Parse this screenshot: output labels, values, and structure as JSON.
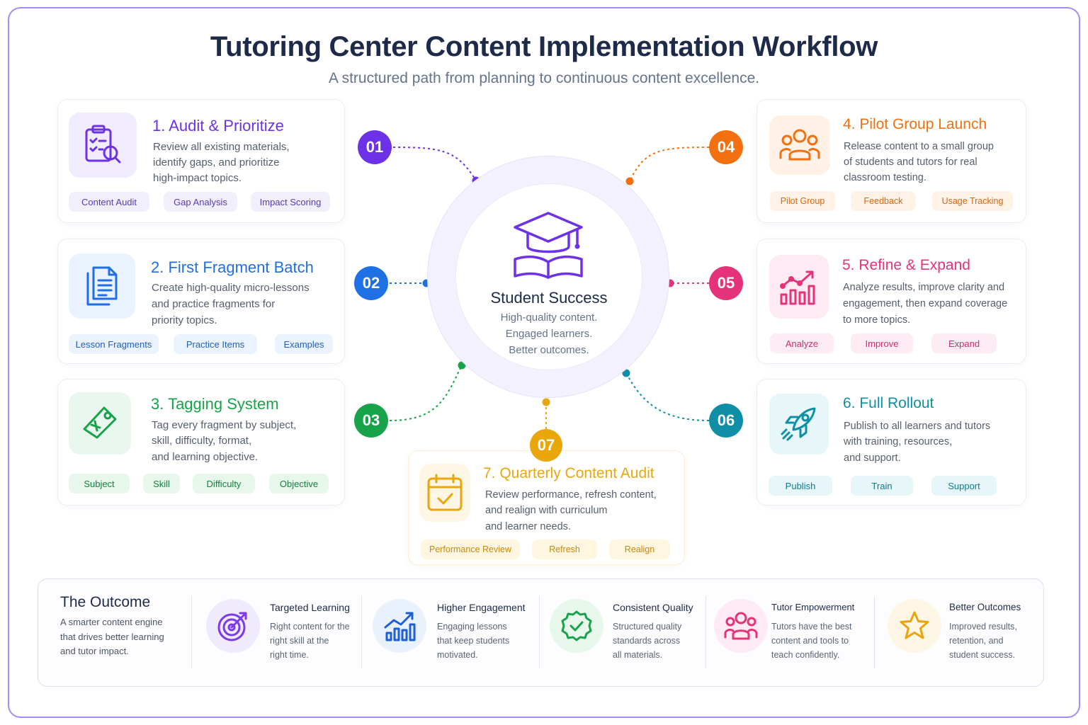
{
  "title": "Tutoring Center Content Implementation Workflow",
  "subtitle": "A structured path from planning to continuous content excellence.",
  "center": {
    "title": "Student Success",
    "lines": [
      "High-quality content.",
      "Engaged learners.",
      "Better outcomes."
    ],
    "icon": "graduation-cap-book-icon"
  },
  "steps": [
    {
      "badge": "01",
      "title": "1. Audit & Prioritize",
      "desc": [
        "Review all existing materials,",
        "identify gaps, and prioritize",
        "high-impact topics."
      ],
      "tags": [
        "Content Audit",
        "Gap Analysis",
        "Impact Scoring"
      ],
      "icon": "clipboard-search-icon",
      "color": "#6d32e8",
      "tint": "#f1ecfd",
      "tag_bg": "#f2effd"
    },
    {
      "badge": "02",
      "title": "2. First Fragment Batch",
      "desc": [
        "Create high-quality micro-lessons",
        "and practice fragments for",
        "priority topics."
      ],
      "tags": [
        "Lesson Fragments",
        "Practice Items",
        "Examples"
      ],
      "icon": "documents-icon",
      "color": "#1f6fe5",
      "tint": "#e9f2fe",
      "tag_bg": "#ebf3fe"
    },
    {
      "badge": "03",
      "title": "3. Tagging System",
      "desc": [
        "Tag every fragment by subject,",
        "skill, difficulty, format,",
        "and learning objective."
      ],
      "tags": [
        "Subject",
        "Skill",
        "Difficulty",
        "Objective"
      ],
      "icon": "tag-icon",
      "color": "#16a34a",
      "tint": "#e9f7ee",
      "tag_bg": "#e8f7ec"
    },
    {
      "badge": "04",
      "title": "4. Pilot Group Launch",
      "desc": [
        "Release content to a small group",
        "of students and tutors for real",
        "classroom testing."
      ],
      "tags": [
        "Pilot Group",
        "Feedback",
        "Usage Tracking"
      ],
      "icon": "people-group-icon",
      "color": "#f2700f",
      "tint": "#fff1e5",
      "tag_bg": "#fff2e6"
    },
    {
      "badge": "05",
      "title": "5. Refine & Expand",
      "desc": [
        "Analyze results, improve clarity and",
        "engagement, then expand coverage",
        "to more topics."
      ],
      "tags": [
        "Analyze",
        "Improve",
        "Expand"
      ],
      "icon": "bar-chart-trend-icon",
      "color": "#e5337a",
      "tint": "#fdeaf2",
      "tag_bg": "#fdecf3"
    },
    {
      "badge": "06",
      "title": "6. Full Rollout",
      "desc": [
        "Publish to all learners and tutors",
        "with training, resources,",
        "and support."
      ],
      "tags": [
        "Publish",
        "Train",
        "Support"
      ],
      "icon": "rocket-icon",
      "color": "#0e8fa6",
      "tint": "#e6f6f9",
      "tag_bg": "#e7f6f9"
    },
    {
      "badge": "07",
      "title": "7. Quarterly Content Audit",
      "desc": [
        "Review performance, refresh content,",
        "and realign with curriculum",
        "and learner needs."
      ],
      "tags": [
        "Performance Review",
        "Refresh",
        "Realign"
      ],
      "icon": "calendar-check-icon",
      "color": "#e9a70c",
      "tint": "#fef6e4",
      "tag_bg": "#fff6e2"
    }
  ],
  "outcome": {
    "title": "The Outcome",
    "desc": [
      "A smarter content engine",
      "that drives better learning",
      "and tutor impact."
    ],
    "benefits": [
      {
        "title": "Targeted Learning",
        "desc": [
          "Right content for the",
          "right skill at the",
          "right time."
        ],
        "icon": "target-arrow-icon",
        "color": "#7c3aed",
        "tint": "#f0eafd"
      },
      {
        "title": "Higher Engagement",
        "desc": [
          "Engaging lessons",
          "that keep students",
          "motivated."
        ],
        "icon": "growth-chart-icon",
        "color": "#1d5fd6",
        "tint": "#e9f1fd"
      },
      {
        "title": "Consistent Quality",
        "desc": [
          "Structured quality",
          "standards across",
          "all materials."
        ],
        "icon": "check-badge-icon",
        "color": "#16a34a",
        "tint": "#e8f7ec"
      },
      {
        "title": "Tutor Empowerment",
        "desc": [
          "Tutors have the best",
          "content and tools to",
          "teach confidently."
        ],
        "icon": "people-icon",
        "color": "#e5337a",
        "tint": "#fdeaf2"
      },
      {
        "title": "Better Outcomes",
        "desc": [
          "Improved results,",
          "retention, and",
          "student success."
        ],
        "icon": "star-icon",
        "color": "#eaa30c",
        "tint": "#fef6e4"
      }
    ]
  }
}
